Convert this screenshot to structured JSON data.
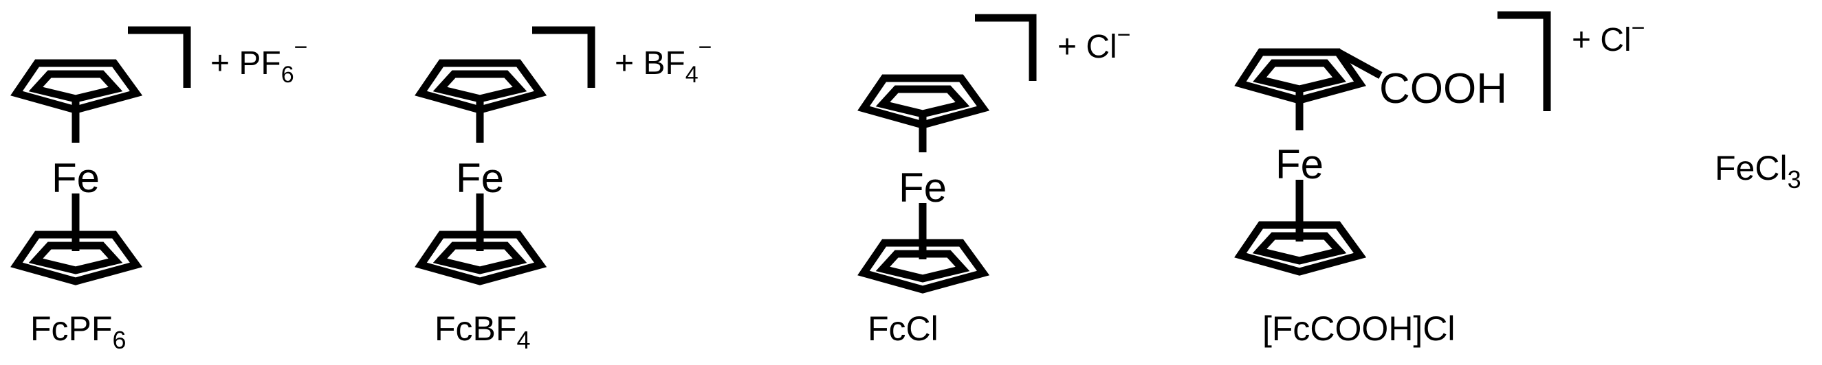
{
  "compounds": [
    {
      "id": "fcpf6",
      "metal": "Fe",
      "counterion": {
        "prefix": "+ PF",
        "sub": "6",
        "sup": "−"
      },
      "label": {
        "main": "FcPF",
        "sub": "6",
        "tail": ""
      },
      "substituent": ""
    },
    {
      "id": "fcbf4",
      "metal": "Fe",
      "counterion": {
        "prefix": "+ BF",
        "sub": "4",
        "sup": "−"
      },
      "label": {
        "main": "FcBF",
        "sub": "4",
        "tail": ""
      },
      "substituent": ""
    },
    {
      "id": "fccl",
      "metal": "Fe",
      "counterion": {
        "prefix": "+ Cl",
        "sub": "",
        "sup": "−"
      },
      "label": {
        "main": "FcCl",
        "sub": "",
        "tail": ""
      },
      "substituent": ""
    },
    {
      "id": "fccooh",
      "metal": "Fe",
      "counterion": {
        "prefix": "+ Cl",
        "sub": "",
        "sup": "−"
      },
      "label": {
        "main": "[FcCOOH]Cl",
        "sub": "",
        "tail": ""
      },
      "substituent": "COOH"
    }
  ],
  "standalone": {
    "main": "FeCl",
    "sub": "3"
  },
  "colors": {
    "ink": "#000000",
    "background": "#ffffff"
  }
}
